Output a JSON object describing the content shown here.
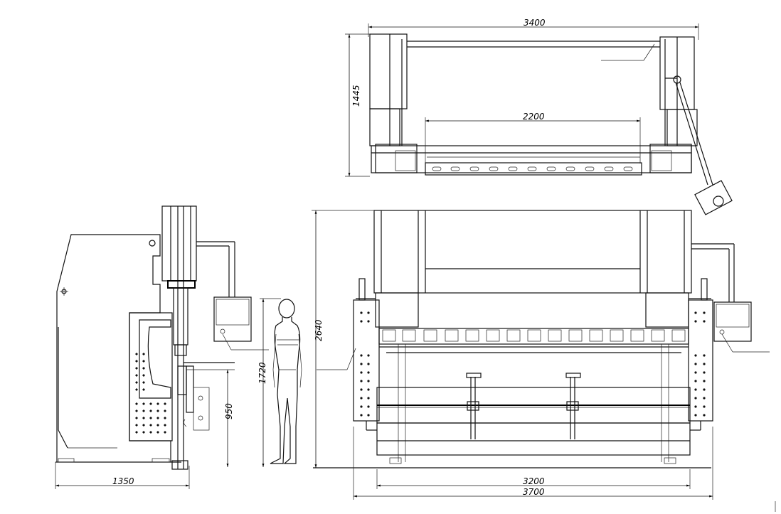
{
  "dimensions": {
    "top_width": "3400",
    "top_inner_width": "2200",
    "top_depth": "1445",
    "side_depth": "1350",
    "table_height": "950",
    "person_height": "1720",
    "overall_height": "2640",
    "front_inner_width": "3200",
    "front_overall_width": "3700"
  },
  "icons": [
    "person-figure-icon",
    "control-panel-icon"
  ]
}
